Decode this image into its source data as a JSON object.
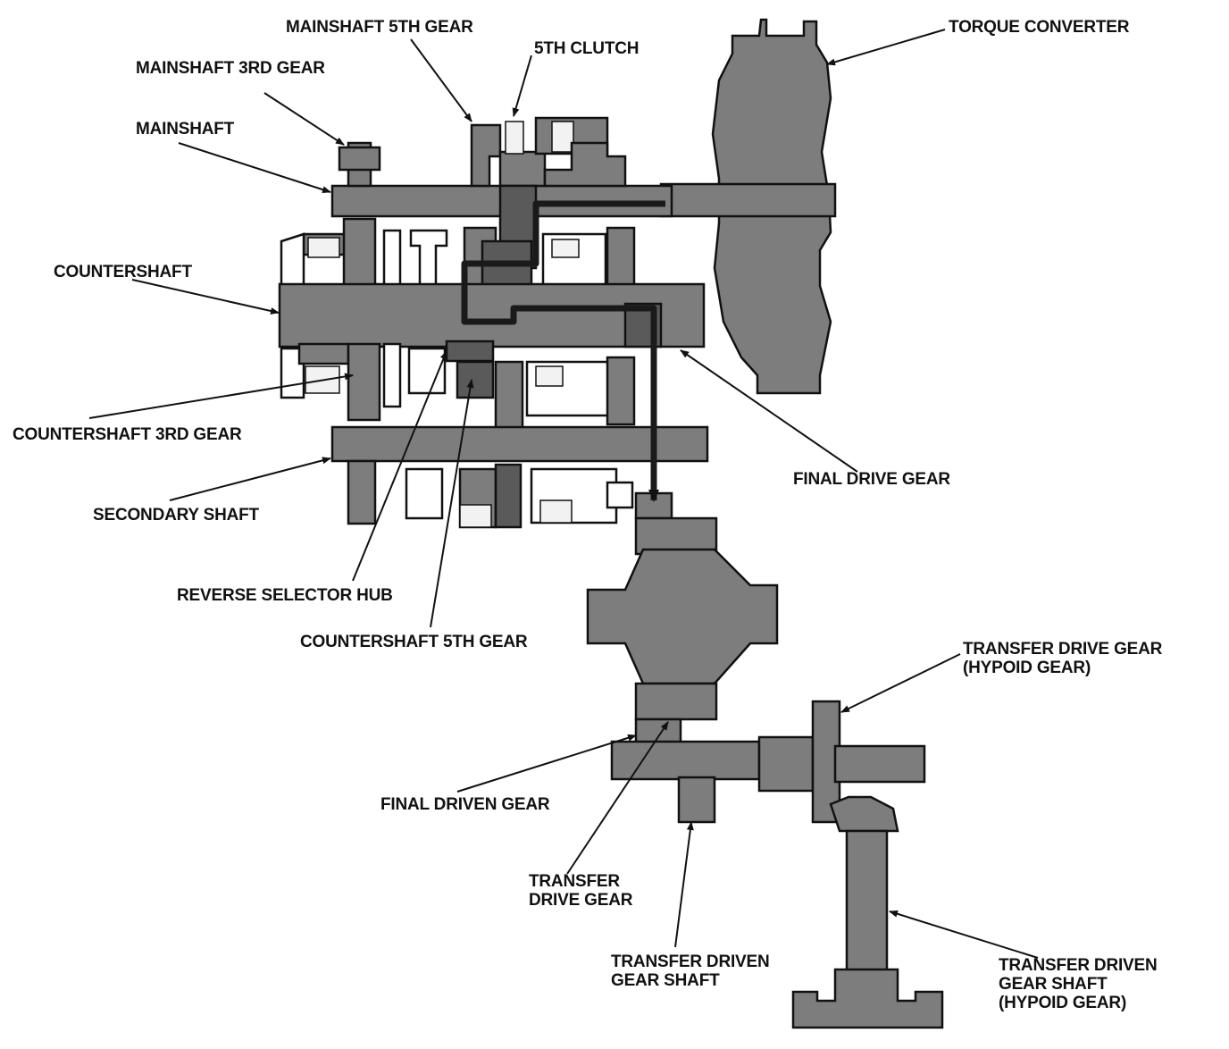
{
  "labels": {
    "mainshaft_5th_gear": "MAINSHAFT 5TH GEAR",
    "fifth_clutch": "5TH CLUTCH",
    "mainshaft_3rd_gear": "MAINSHAFT 3RD GEAR",
    "mainshaft": "MAINSHAFT",
    "torque_converter": "TORQUE CONVERTER",
    "countershaft": "COUNTERSHAFT",
    "countershaft_3rd_gear": "COUNTERSHAFT 3RD GEAR",
    "secondary_shaft": "SECONDARY SHAFT",
    "final_drive_gear": "FINAL DRIVE GEAR",
    "reverse_selector_hub": "REVERSE SELECTOR HUB",
    "countershaft_5th_gear": "COUNTERSHAFT 5TH GEAR",
    "transfer_drive_gear_hypoid_1": "TRANSFER DRIVE GEAR",
    "transfer_drive_gear_hypoid_2": "(HYPOID GEAR)",
    "final_driven_gear": "FINAL DRIVEN GEAR",
    "transfer_drive_gear_1": "TRANSFER",
    "transfer_drive_gear_2": "DRIVE GEAR",
    "transfer_driven_gear_shaft_1": "TRANSFER DRIVEN",
    "transfer_driven_gear_shaft_2": "GEAR SHAFT",
    "transfer_driven_gear_shaft_hypoid_1": "TRANSFER DRIVEN",
    "transfer_driven_gear_shaft_hypoid_2": "GEAR SHAFT",
    "transfer_driven_gear_shaft_hypoid_3": "(HYPOID GEAR)"
  }
}
